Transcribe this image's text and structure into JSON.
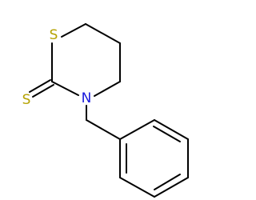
{
  "molecule": {
    "atoms": {
      "sulfur_ring": {
        "symbol": "S",
        "color": "#b5a200"
      },
      "sulfur_thione": {
        "symbol": "S",
        "color": "#b5a200"
      },
      "nitrogen": {
        "symbol": "N",
        "color": "#1a1adc"
      }
    }
  }
}
